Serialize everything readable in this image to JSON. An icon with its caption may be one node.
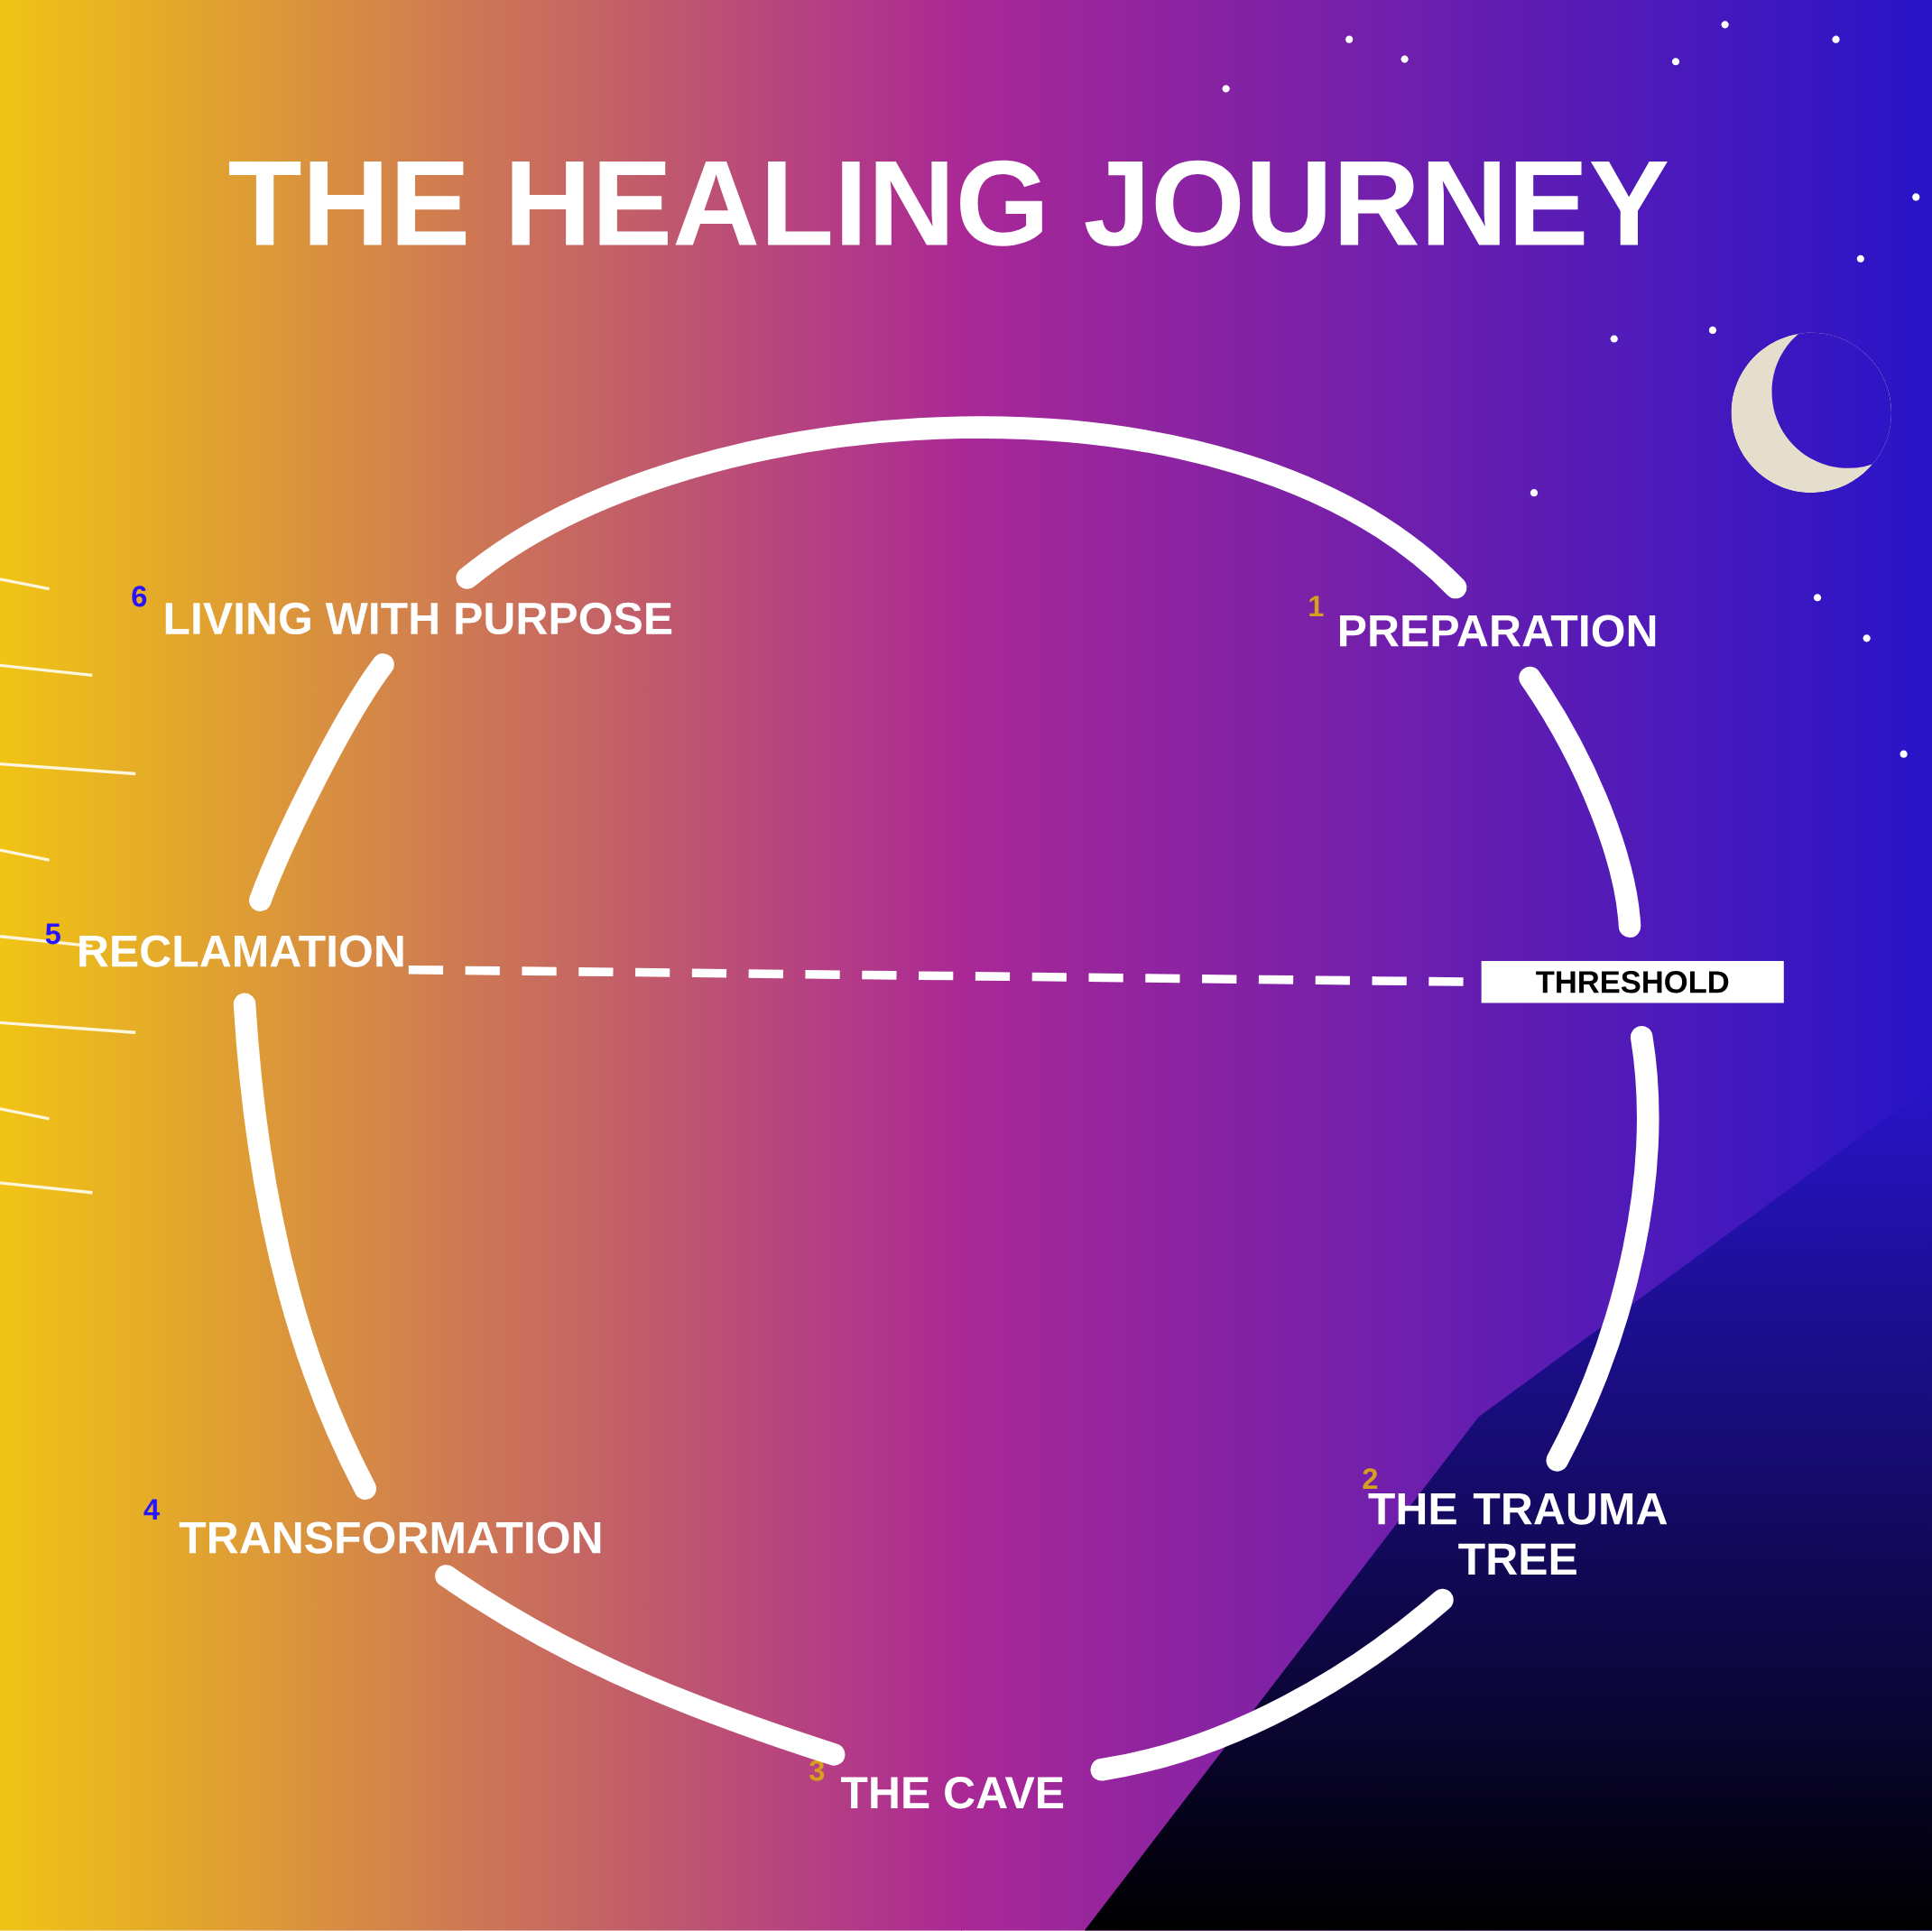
{
  "diagram": {
    "title": "THE HEALING JOURNEY",
    "nodes": [
      {
        "text": [
          "PREPARATION"
        ],
        "beside": [
          "1"
        ]
      },
      {
        "text": [
          "THE TRAUMA TREE"
        ],
        "beside": [
          "2"
        ]
      },
      {
        "text": [
          "THE CAVE"
        ],
        "beside": [
          "3"
        ]
      },
      {
        "text": [
          "TRANSFORMATION"
        ],
        "beside": [
          "4"
        ]
      },
      {
        "text": [
          "RECLAMATION"
        ],
        "beside": [
          "5"
        ]
      },
      {
        "text": [
          "LIVING WITH PURPOSE"
        ],
        "beside": [
          "6"
        ]
      },
      {
        "text": [
          "THRESHOLD"
        ]
      }
    ],
    "edges": [
      {
        "from": 0,
        "to": 6,
        "arrow": "none"
      },
      {
        "from": 6,
        "to": 1,
        "arrow": "none"
      },
      {
        "from": 1,
        "to": 2,
        "arrow": "none"
      },
      {
        "from": 2,
        "to": 3,
        "arrow": "none"
      },
      {
        "from": 3,
        "to": 4,
        "arrow": "none"
      },
      {
        "from": 4,
        "to": 5,
        "arrow": "none"
      },
      {
        "from": 5,
        "to": 0,
        "arrow": "none"
      },
      {
        "from": 4,
        "to": 6,
        "arrow": "none",
        "style": "dashed"
      }
    ]
  }
}
